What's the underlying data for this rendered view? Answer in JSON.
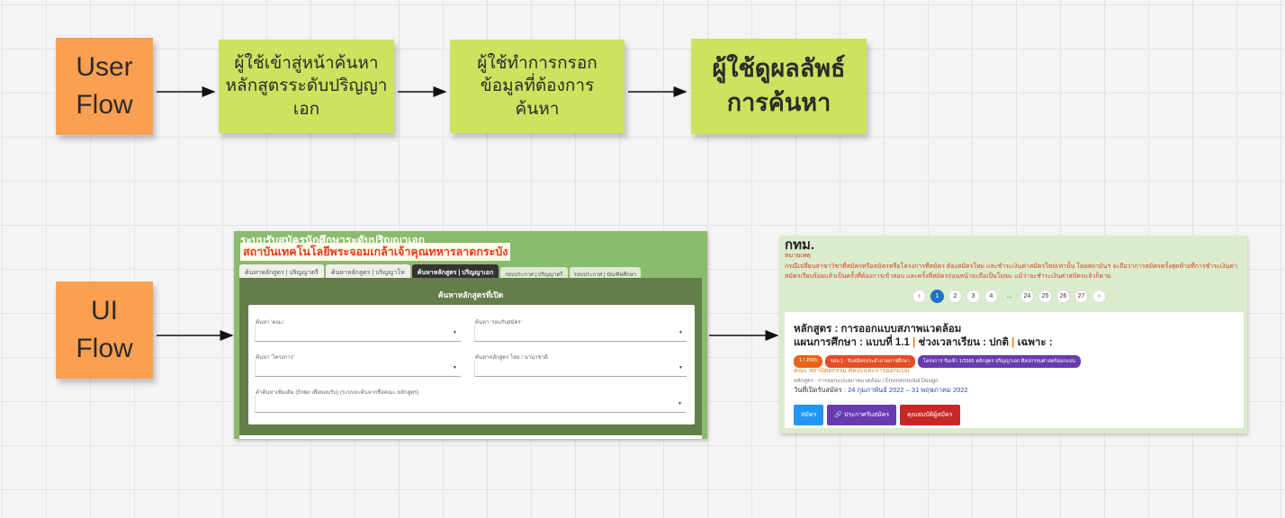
{
  "board": {
    "user_flow_label": "User Flow",
    "ui_flow_label": "UI Flow",
    "steps": [
      "ผู้ใช้เข้าสู่หน้าค้นหาหลักสูตรระดับปริญญาเอก",
      "ผู้ใช้ทำการกรอกข้อมูลที่ต้องการค้นหา",
      "ผู้ใช้ดูผลลัพธ์การค้นหา"
    ],
    "colors": {
      "orange_note": "#fba052",
      "green_note": "#cde25e"
    }
  },
  "search_screen": {
    "system_title": "ระบบรับสมัครนักศึกษาระดับปริญญาเอก",
    "institute": "สถาบันเทคโนโลยีพระจอมเกล้าเจ้าคุณทหารลาดกระบัง",
    "tabs": [
      "ค้นหาหลักสูตร | ปริญญาตรี",
      "ค้นหาหลักสูตร | ปริญญาโท",
      "ค้นหาหลักสูตร | ปริญญาเอก",
      "รอบประกาศ | ปริญญาตรี",
      "รอบประกาศ | บัณฑิตศึกษา"
    ],
    "panel_title": "ค้นหาหลักสูตรที่เปิด",
    "fields": {
      "faculty": "ค้นหา 'คณะ'",
      "round": "ค้นหา 'รอบรับสมัคร'",
      "project": "ค้นหา 'โครงการ'",
      "program_type": "ค้นหาหลักสูตร ไทย / นานาชาติ",
      "keyword": "คำค้นหาเพิ่มเติม (Enter เพื่อยอมรับ) (ระบบจะค้นจากชื่อคณะ,หลักสูตร)"
    }
  },
  "results_screen": {
    "header": "กทม.",
    "note_heading": "หมายเหตุ",
    "note_text": "กรณีเปลี่ยนสาขาวิชาที่สมัครหรือสมัครหรือโครงการที่สมัคร ต้องสมัครใหม่ และชำระเงินค่าสมัครใหม่เท่านั้น โดยสถาบันฯ จะถือว่าการสมัครครั้งสุดท้ายที่การชำระเงินค่าสมัครเรียบร้อยแล้วเป็นครั้งที่ต้องการเข้าสอบ และครั้งที่สมัครก่อนหน้าจะถือเป็นโมฆะ แม้ว่าจะชำระเงินค่าสมัครแล้วก็ตาม",
    "pager": [
      "‹",
      "1",
      "2",
      "3",
      "4",
      "...",
      "24",
      "25",
      "26",
      "27",
      "›"
    ],
    "active_page": "1",
    "card": {
      "program": "หลักสูตร : การออกแบบสภาพแวดล้อม",
      "plan_prefix": "แผนการศึกษา : แบบที่ 1.1",
      "period": "ช่วงเวลาเรียน : ปกติ",
      "special": "เฉพาะ :",
      "badges": [
        {
          "text": "1 / 2565",
          "color": "#e8641c"
        },
        {
          "text": "รอบ 1 : รับสมัครประจำภาคการศึกษา",
          "color": "#e44d26"
        },
        {
          "text": "โครงการ รับเข้า 1/2565 หลักสูตร ปริญญาเอก ศิลปกรรมศาสตร์ออกแบบ",
          "color": "#6a3ab0"
        }
      ],
      "faculty": "คณะ สถาปัตยกรรม ศิลปะและการออกแบบ",
      "program_en": "หลักสูตร : การออกแบบสภาพแวดล้อม / Environmental Design",
      "date_label": "วันที่เปิดรับสมัคร :",
      "date_value": "24 กุมภาพันธ์ 2022 – 31 พฤษภาคม 2022",
      "buttons": [
        {
          "text": "สมัคร",
          "color": "#2196f3"
        },
        {
          "text": "🔗 ประกาศรับสมัคร",
          "color": "#6a3ab0"
        },
        {
          "text": "คุณสมบัติผู้สมัคร",
          "color": "#c62828"
        }
      ]
    }
  }
}
